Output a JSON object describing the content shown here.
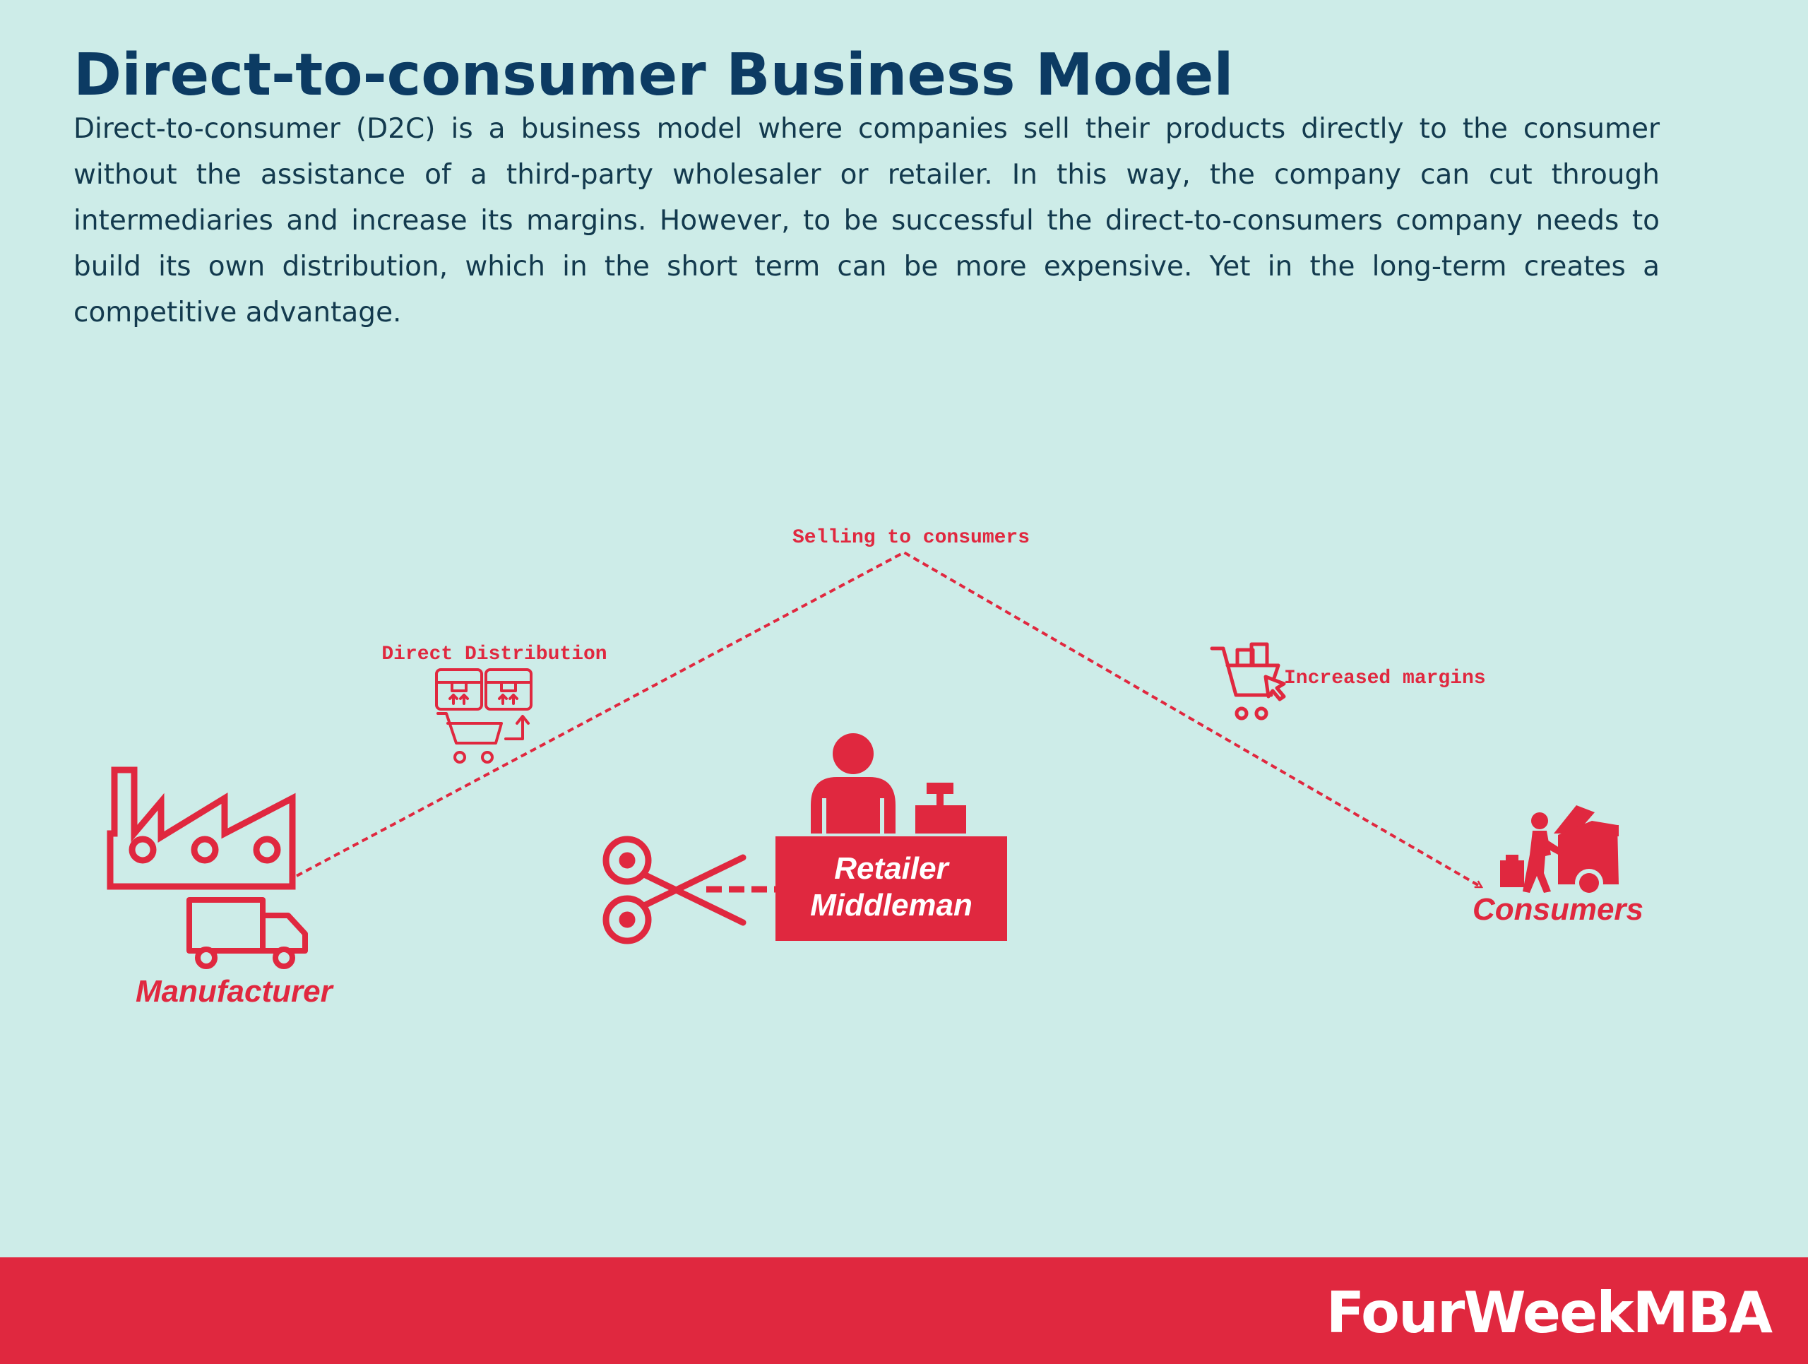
{
  "header": {
    "title": "Direct-to-consumer Business Model",
    "description": "Direct-to-consumer (D2C) is a business model where companies sell their products directly to the consumer without the assistance of a third-party wholesaler or retailer. In this way, the company can cut through intermediaries and increase its margins. However, to be successful the direct-to-consumers company needs to build its own distribution, which in the short term can be more expensive. Yet in the long-term creates a competitive advantage."
  },
  "diagram": {
    "selling_label": "Selling to consumers",
    "distribution_label": "Direct Distribution",
    "margins_label": "Increased margins",
    "manufacturer_label": "Manufacturer",
    "retailer_line1": "Retailer",
    "retailer_line2": "Middleman",
    "consumers_label": "Consumers",
    "icons": [
      "factory-icon",
      "truck-icon",
      "boxes-cart-icon",
      "cart-cursor-icon",
      "scissors-icon",
      "cashier-icon",
      "consumer-car-icon"
    ],
    "accent_color": "#e0283f",
    "title_color": "#0c3b63",
    "background_color": "#cdece8"
  },
  "footer": {
    "brand": "FourWeekMBA"
  }
}
